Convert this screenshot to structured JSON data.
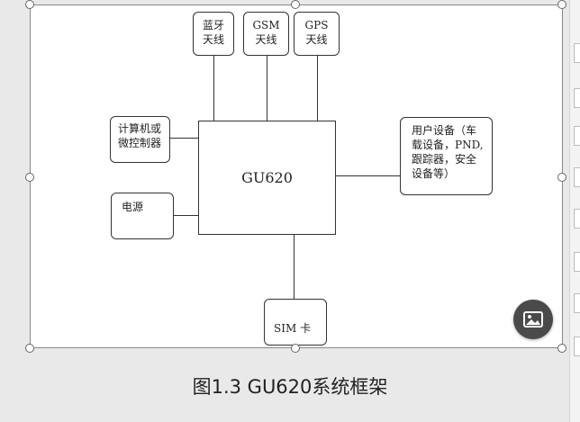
{
  "diagram": {
    "antennas": {
      "bluetooth": "蓝牙\n天线",
      "gsm": "GSM\n天线",
      "gps": "GPS\n天线"
    },
    "computer_or_mcu": "计算机或\n微控制器",
    "power": "电源",
    "main_module": "GU620",
    "user_devices": "用户设备（车\n载设备，PND,\n跟踪器，安全\n设备等）",
    "sim_card": "SIM 卡"
  },
  "caption": "图1.3 GU620系统框架",
  "toolbar": {
    "image_button_icon": "image-icon"
  }
}
